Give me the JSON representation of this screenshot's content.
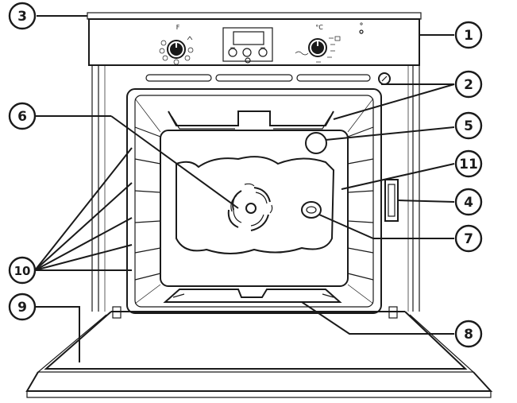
{
  "panel": {
    "left_knob_symbol": "F",
    "right_knob_symbol": "°C"
  },
  "callouts": [
    {
      "id": "1",
      "label": "1"
    },
    {
      "id": "2",
      "label": "2"
    },
    {
      "id": "3",
      "label": "3"
    },
    {
      "id": "4",
      "label": "4"
    },
    {
      "id": "5",
      "label": "5"
    },
    {
      "id": "6",
      "label": "6"
    },
    {
      "id": "7",
      "label": "7"
    },
    {
      "id": "8",
      "label": "8"
    },
    {
      "id": "9",
      "label": "9"
    },
    {
      "id": "10",
      "label": "10"
    },
    {
      "id": "11",
      "label": "11"
    }
  ]
}
